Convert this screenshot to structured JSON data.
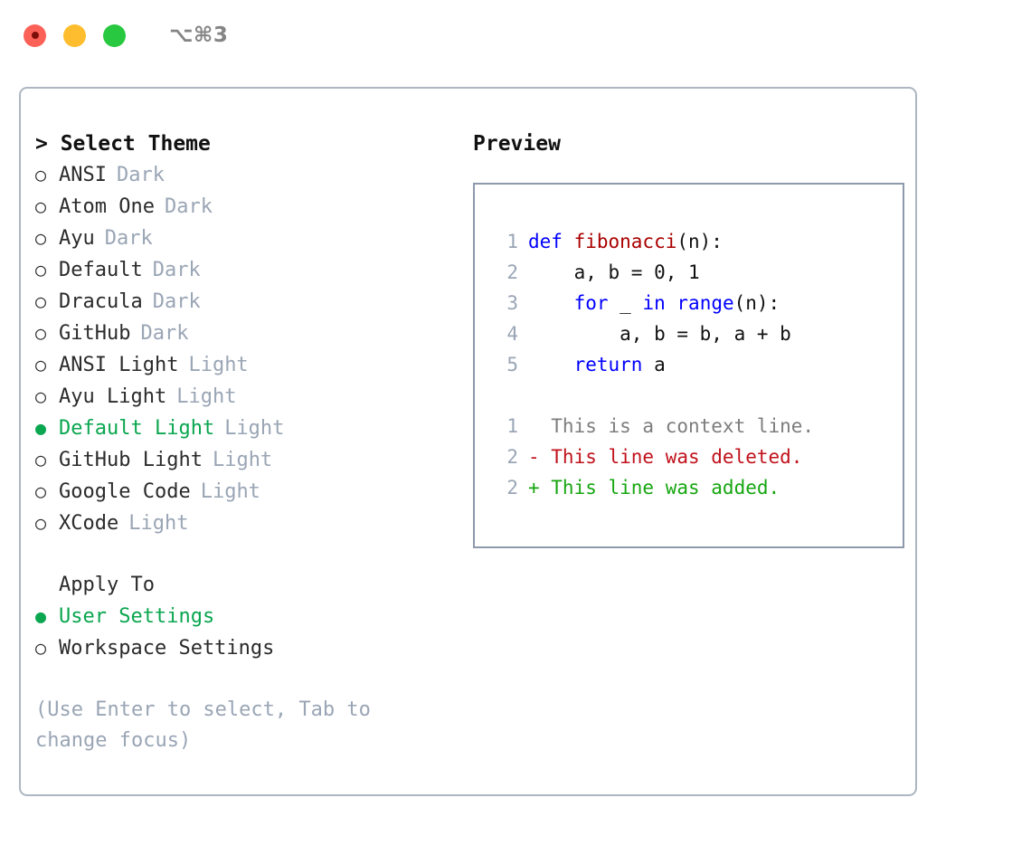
{
  "titlebar": {
    "shortcut": "⌥⌘3",
    "lights": [
      {
        "name": "close-button",
        "color": "#fc6158"
      },
      {
        "name": "minimize-button",
        "color": "#fdbd2e"
      },
      {
        "name": "maximize-button",
        "color": "#28c840"
      }
    ]
  },
  "theme_panel": {
    "heading": "> Select Theme",
    "marker_selected": "●",
    "marker_unselected": "○",
    "items": [
      {
        "name": "ANSI",
        "variant": "Dark",
        "selected": false
      },
      {
        "name": "Atom One",
        "variant": "Dark",
        "selected": false
      },
      {
        "name": "Ayu",
        "variant": "Dark",
        "selected": false
      },
      {
        "name": "Default",
        "variant": "Dark",
        "selected": false
      },
      {
        "name": "Dracula",
        "variant": "Dark",
        "selected": false
      },
      {
        "name": "GitHub",
        "variant": "Dark",
        "selected": false
      },
      {
        "name": "ANSI Light",
        "variant": "Light",
        "selected": false
      },
      {
        "name": "Ayu Light",
        "variant": "Light",
        "selected": false
      },
      {
        "name": "Default Light",
        "variant": "Light",
        "selected": true
      },
      {
        "name": "GitHub Light",
        "variant": "Light",
        "selected": false
      },
      {
        "name": "Google Code",
        "variant": "Light",
        "selected": false
      },
      {
        "name": "XCode",
        "variant": "Light",
        "selected": false
      }
    ]
  },
  "apply_to": {
    "heading": "Apply To",
    "options": [
      {
        "label": "User Settings",
        "selected": true
      },
      {
        "label": "Workspace Settings",
        "selected": false
      }
    ]
  },
  "hint": "(Use Enter to select, Tab to change focus)",
  "preview": {
    "heading": "Preview",
    "code_lines": [
      {
        "num": "1",
        "segments": [
          {
            "text": "def ",
            "style": "kw"
          },
          {
            "text": "fibonacci",
            "style": "fn"
          },
          {
            "text": "(n):",
            "style": "plain"
          }
        ]
      },
      {
        "num": "2",
        "segments": [
          {
            "text": "    a, b = 0, 1",
            "style": "plain"
          }
        ]
      },
      {
        "num": "3",
        "segments": [
          {
            "text": "    ",
            "style": "plain"
          },
          {
            "text": "for",
            "style": "kw"
          },
          {
            "text": " _ ",
            "style": "plain"
          },
          {
            "text": "in",
            "style": "kw"
          },
          {
            "text": " ",
            "style": "plain"
          },
          {
            "text": "range",
            "style": "kw"
          },
          {
            "text": "(n):",
            "style": "plain"
          }
        ]
      },
      {
        "num": "4",
        "segments": [
          {
            "text": "        a, b = b, a + b",
            "style": "plain"
          }
        ]
      },
      {
        "num": "5",
        "segments": [
          {
            "text": "    ",
            "style": "plain"
          },
          {
            "text": "return",
            "style": "kw"
          },
          {
            "text": " a",
            "style": "plain"
          }
        ]
      }
    ],
    "diff_lines": [
      {
        "num": "1",
        "prefix": "  ",
        "text": "This is a context line.",
        "kind": "ctx"
      },
      {
        "num": "2",
        "prefix": "- ",
        "text": "This line was deleted.",
        "kind": "del"
      },
      {
        "num": "2",
        "prefix": "+ ",
        "text": "This line was added.",
        "kind": "add"
      }
    ]
  },
  "colors": {
    "accent_green": "#0aa650",
    "keyword_blue": "#0000ff",
    "function_red": "#aa0000",
    "diff_deleted": "#c1121c",
    "diff_added": "#16a610",
    "muted": "#9aa5b5",
    "border": "#adb6c2"
  }
}
